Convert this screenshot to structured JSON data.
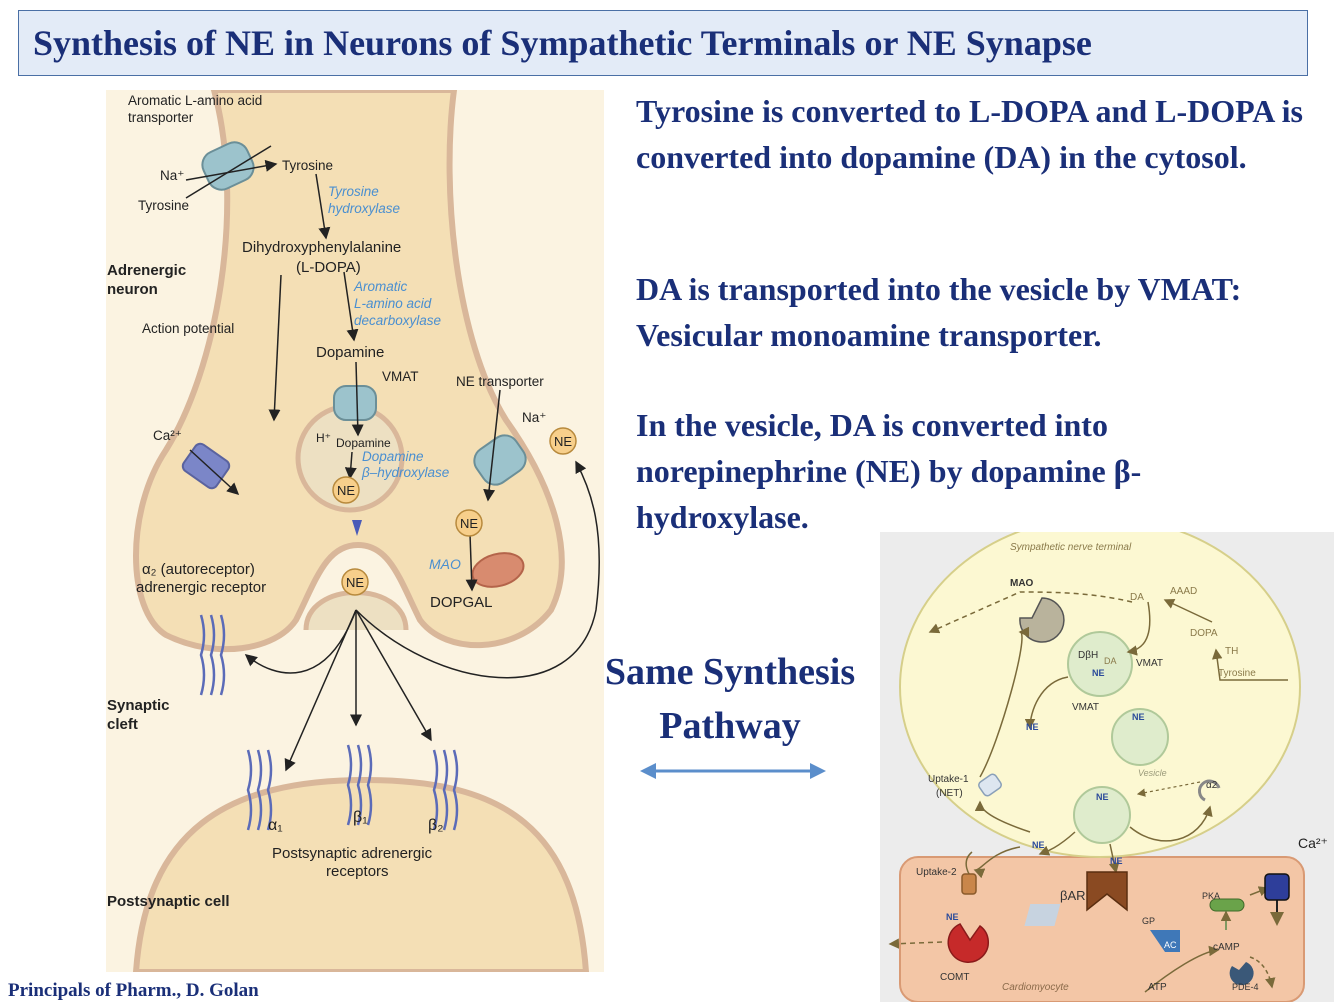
{
  "title": "Synthesis of NE in Neurons of Sympathetic Terminals or NE Synapse",
  "paragraphs": [
    "Tyrosine is converted to L-DOPA and L-DOPA is converted into dopamine (DA) in the cytosol.",
    "DA is transported into the vesicle by VMAT: Vesicular monoamine transporter.",
    "In the vesicle, DA is converted into norepinephrine (NE) by dopamine β-hydroxylase."
  ],
  "middle_label_line1": "Same Synthesis",
  "middle_label_line2": "Pathway",
  "credit": "Principals of Pharm., D. Golan",
  "left_figure": {
    "transporter_label_1": "Aromatic L-amino acid",
    "transporter_label_2": "transporter",
    "na": "Na⁺",
    "tyrosine_out": "Tyrosine",
    "tyrosine_in": "Tyrosine",
    "enzyme_th_1": "Tyrosine",
    "enzyme_th_2": "hydroxylase",
    "ldopa_1": "Dihydroxyphenylalanine",
    "ldopa_2": "(L-DOPA)",
    "neuron_1": "Adrenergic",
    "neuron_2": "neuron",
    "aadc_1": "Aromatic",
    "aadc_2": "L-amino acid",
    "aadc_3": "decarboxylase",
    "action_potential": "Action potential",
    "dopamine": "Dopamine",
    "vmat": "VMAT",
    "ne_transporter": "NE transporter",
    "na2": "Na⁺",
    "ca": "Ca²⁺",
    "h": "H⁺",
    "dopamine_vesicle": "Dopamine",
    "dbh_1": "Dopamine",
    "dbh_2": "β–hydroxylase",
    "ne": "NE",
    "mao": "MAO",
    "dopgal": "DOPGAL",
    "alpha2_1": "α₂ (autoreceptor)",
    "alpha2_2": "adrenergic receptor",
    "cleft_1": "Synaptic",
    "cleft_2": "cleft",
    "a1": "α₁",
    "b1": "β₁",
    "b2": "β₂",
    "postsyn_1": "Postsynaptic adrenergic",
    "postsyn_2": "receptors",
    "post_cell": "Postsynaptic cell"
  },
  "right_figure": {
    "terminal": "Sympathetic nerve terminal",
    "mao": "MAO",
    "da": "DA",
    "aaad": "AAAD",
    "dopa": "DOPA",
    "th": "TH",
    "tyrosine": "Tyrosine",
    "dbh": "DβH",
    "da_inner": "DA",
    "vmat1": "VMAT",
    "vmat2": "VMAT",
    "ne": "NE",
    "vesicle": "Vesicle",
    "uptake1_1": "Uptake-1",
    "uptake1_2": "(NET)",
    "alpha2": "α2",
    "ca": "Ca²⁺",
    "uptake2": "Uptake-2",
    "bar": "βAR",
    "gp": "GP",
    "ac": "AC",
    "pka": "PKA",
    "camp": "cAMP",
    "comt": "COMT",
    "cardiomyocyte": "Cardiomyocyte",
    "atp": "ATP",
    "pde4": "PDE-4"
  }
}
